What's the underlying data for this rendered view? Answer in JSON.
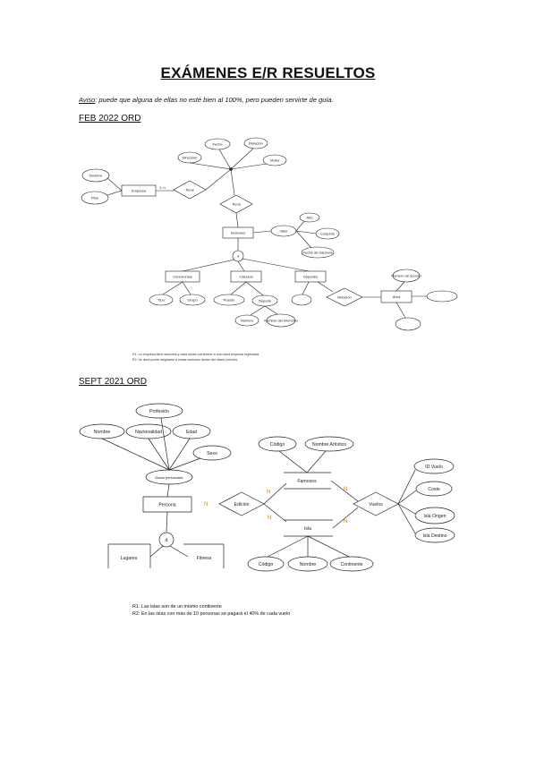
{
  "document": {
    "title": "EXÁMENES E/R RESUELTOS",
    "notice_label": "Aviso",
    "notice_text": ": puede que alguna de ellas no esté bien al 100%, pero pueden servirte de guía."
  },
  "sections": [
    {
      "heading": "FEB 2022 ORD",
      "diagram": {
        "entities": [
          "Empresa",
          "Sesiones",
          "Ceremonias",
          "Cálculos",
          "Deportes",
          "Área"
        ],
        "relationships": [
          "Tiene",
          "Tiene",
          "Relación"
        ],
        "attributes": [
          "Dirección",
          "Fecha",
          "Relación",
          "Multa",
          "Nombre",
          "Plan",
          "Año",
          "Valor",
          "Conjunto",
          "Tipo",
          "Grupo",
          "Puesto",
          "Fecha de clausura",
          "Número de acceso",
          "Nombre del Intensivo",
          "Deporte",
          "Número"
        ],
        "disjoint_label": "d",
        "notes": [
          "R1: La empresa tiene sesiones y cada sesión pertenece a una única empresa registrada.",
          "R2: Un área puede asignarse a varias sesiones dentro del mismo periodo."
        ]
      }
    },
    {
      "heading": "SEPT 2021 ORD",
      "diagram": {
        "entities": [
          "Persona",
          "Famosos",
          "Isla",
          "Lugares",
          "Fitness"
        ],
        "relationships": [
          "Edición",
          "Vuelos"
        ],
        "composite_attribute": "Datos personales",
        "attributes": [
          "Nombre",
          "Nacionalidad",
          "Edad",
          "Profesión",
          "Sexo",
          "Código",
          "Nombre Artístico",
          "Código",
          "Nombre",
          "Continente",
          "ID Vuelo",
          "Coste",
          "Isla Origen",
          "Isla Destino"
        ],
        "cardinalities": [
          "N",
          "N",
          "N",
          "N",
          "N"
        ],
        "disjoint_label": "d",
        "notes": [
          "R1: Las islas son de un mismo continente",
          "R2: En las islas con más de 10 personas se pagará el 40% de cada vuelo"
        ]
      }
    }
  ]
}
